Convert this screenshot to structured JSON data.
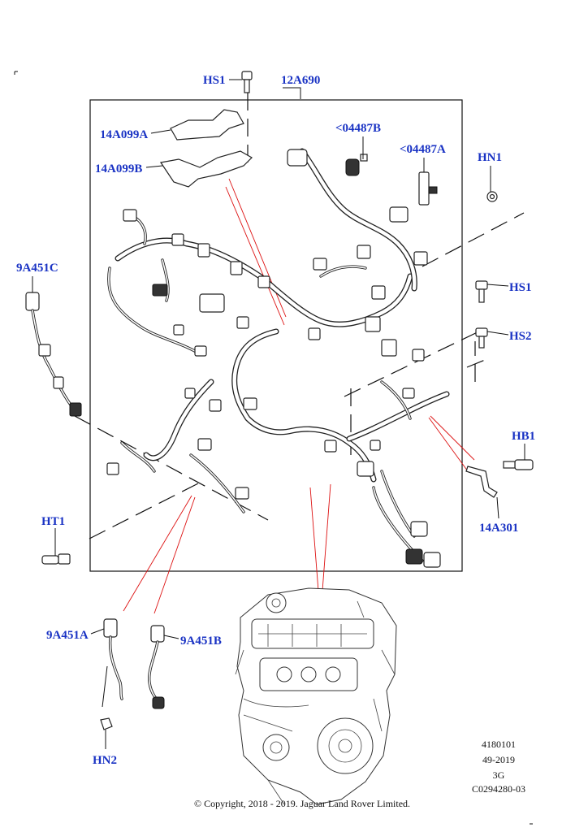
{
  "callouts": {
    "hs1_top": "HS1",
    "main_harness": "12A690",
    "bracket_a": "14A099A",
    "bracket_b": "14A099B",
    "conn_b": "<04487B",
    "conn_a": "<04487A",
    "hn1": "HN1",
    "sensor_c": "9A451C",
    "hs1_right": "HS1",
    "hs2": "HS2",
    "hb1": "HB1",
    "bracket_301": "14A301",
    "ht1": "HT1",
    "sensor_a": "9A451A",
    "sensor_b": "9A451B",
    "hn2": "HN2"
  },
  "info": {
    "code1": "4180101",
    "code2": "49-2019",
    "code3": "3G",
    "code4": "C0294280-03"
  },
  "copyright": "© Copyright, 2018 - 2019. Jaguar Land Rover Limited.",
  "colors": {
    "callout": "#1a33c4",
    "leader_red": "#dd1111",
    "line": "#111111"
  }
}
